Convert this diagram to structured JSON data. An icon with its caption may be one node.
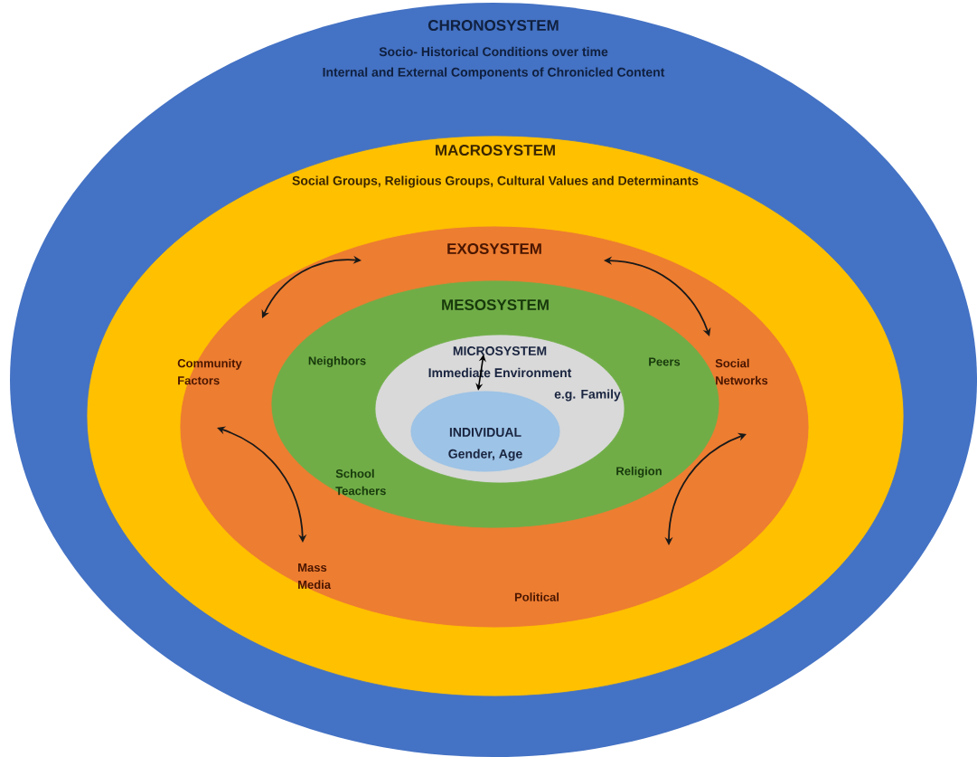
{
  "diagram": {
    "nodes": [
      {
        "text": [
          "CHRONOSYSTEM",
          "Socio- Historical Conditions over time",
          "Internal and External Components of Chronicled Content"
        ]
      },
      {
        "text": [
          "MACROSYSTEM",
          "Social Groups, Religious Groups, Cultural Values and Determinants"
        ],
        "in": 0
      },
      {
        "text": [
          "EXOSYSTEM"
        ],
        "in": 1
      },
      {
        "text": [
          "MESOSYSTEM"
        ],
        "in": 2
      },
      {
        "text": [
          "MICROSYSTEM",
          "Immediate Environment",
          "e.g. Family"
        ],
        "in": 3
      },
      {
        "text": [
          "INDIVIDUAL",
          "Gender, Age"
        ],
        "in": 4
      }
    ],
    "edges": [
      {
        "from": 4,
        "to": 5,
        "arrow": "both"
      }
    ],
    "labels": [
      "Community Factors",
      "Neighbors",
      "Peers",
      "Social Networks",
      "School Teachers",
      "Religion",
      "Mass Media",
      "Political"
    ]
  }
}
